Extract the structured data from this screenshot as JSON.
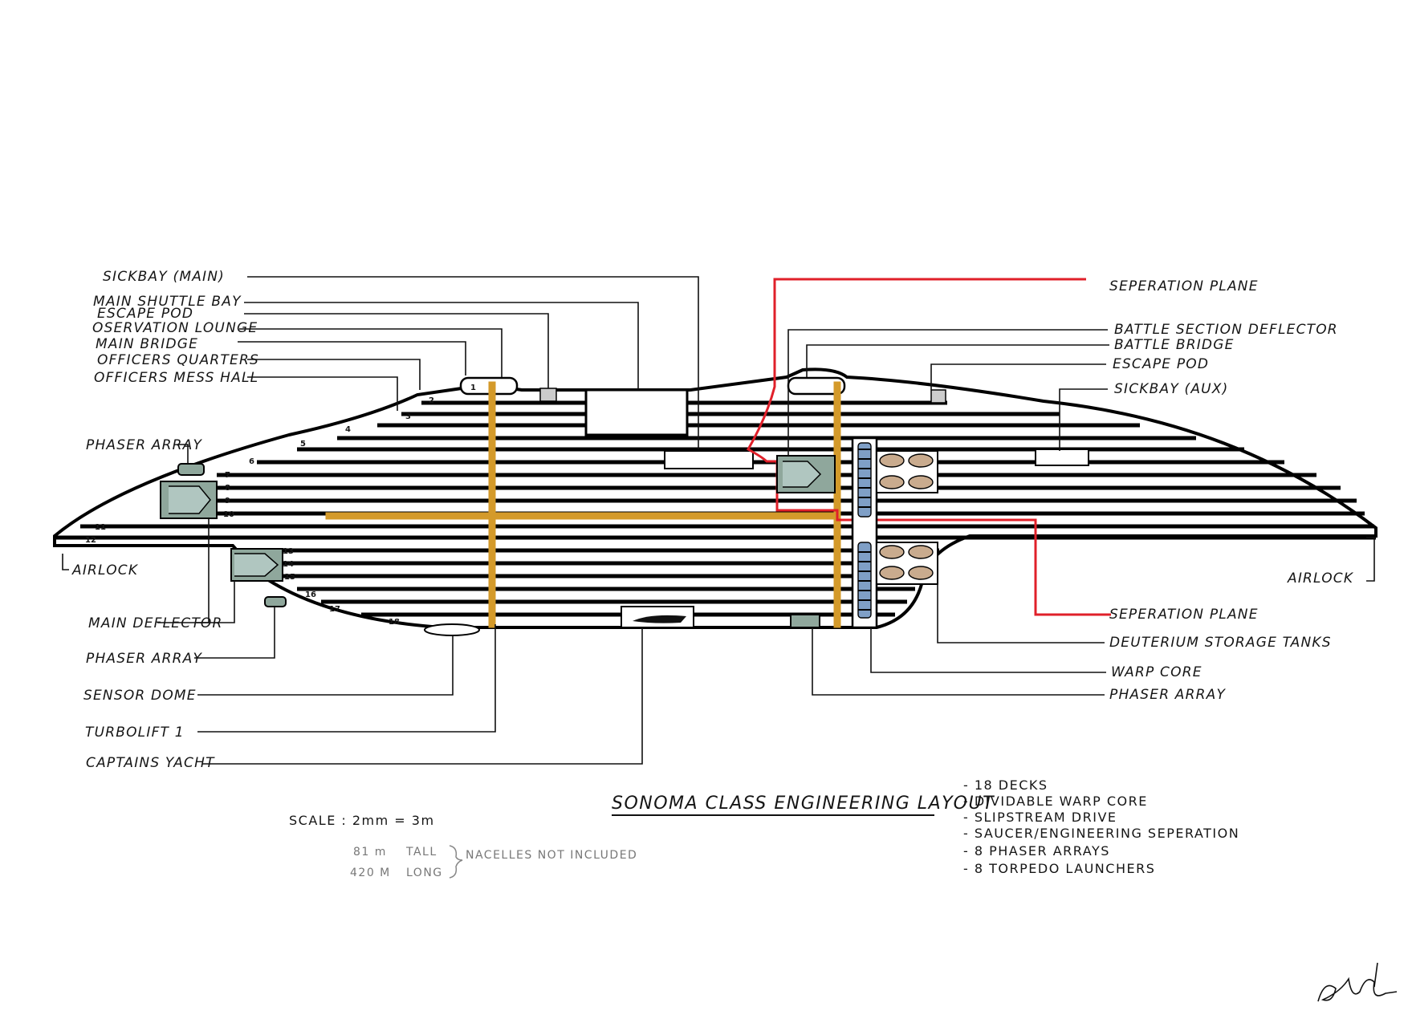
{
  "labels_left": {
    "sickbay_main": "SICKBAY (MAIN)",
    "main_shuttle_bay": "MAIN SHUTTLE BAY",
    "escape_pod": "ESCAPE POD",
    "observation_lounge": "OSERVATION LOUNGE",
    "main_bridge": "MAIN BRIDGE",
    "officers_quarters": "OFFICERS QUARTERS",
    "officers_mess_hall": "OFFICERS MESS HALL",
    "phaser_array_upper": "PHASER ARRAY",
    "airlock": "AIRLOCK",
    "main_deflector": "MAIN DEFLECTOR",
    "phaser_array_lower": "PHASER ARRAY",
    "sensor_dome": "SENSOR DOME",
    "turbolift": "TURBOLIFT 1",
    "captains_yacht": "CAPTAINS YACHT"
  },
  "labels_right": {
    "separation_plane_top": "SEPERATION PLANE",
    "battle_section_deflector": "BATTLE SECTION DEFLECTOR",
    "battle_bridge": "BATTLE BRIDGE",
    "escape_pod": "ESCAPE POD",
    "sickbay_aux": "SICKBAY (AUX)",
    "airlock": "AIRLOCK",
    "separation_plane_bottom": "SEPERATION PLANE",
    "deuterium_tanks": "DEUTERIUM STORAGE TANKS",
    "warp_core": "WARP CORE",
    "phaser_array": "PHASER ARRAY"
  },
  "deck_numbers": [
    "1",
    "2",
    "3",
    "4",
    "5",
    "6",
    "7",
    "8",
    "9",
    "10",
    "11",
    "12",
    "13",
    "14",
    "15",
    "16",
    "17",
    "18"
  ],
  "title": "SONOMA CLASS ENGINEERING LAYOUT",
  "scale": "SCALE : 2mm = 3m",
  "dimensions": {
    "height": "81 m",
    "height_label": "TALL",
    "length": "420 M",
    "length_label": "LONG",
    "note": "NACELLES NOT INCLUDED"
  },
  "specs": [
    "- 18 DECKS",
    "- DIVIDABLE WARP CORE",
    "- SLIPSTREAM DRIVE",
    "- SAUCER/ENGINEERING SEPERATION",
    "- 8 PHASER ARRAYS",
    "- 8 TORPEDO LAUNCHERS"
  ],
  "colors": {
    "turbolift": "#d49a2a",
    "separation_plane": "#e0202a",
    "phaser_pod": "#8fa79c",
    "deuterium_tank": "#c9ab8e",
    "warp_core": "#7f9fc6"
  }
}
